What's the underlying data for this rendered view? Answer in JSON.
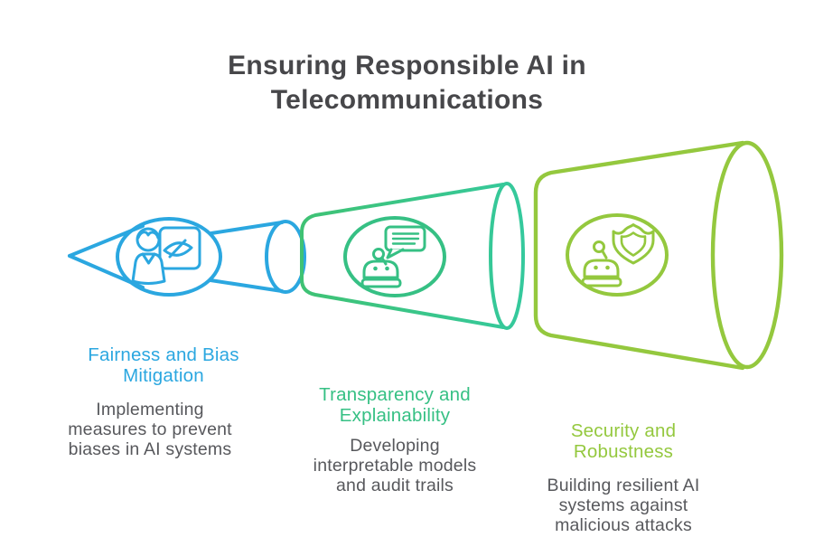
{
  "title": {
    "lines": [
      "Ensuring Responsible AI in",
      "Telecommunications"
    ],
    "color": "#47474a"
  },
  "description_color": "#57585c",
  "sections": [
    {
      "name": "fairness-and-bias-mitigation",
      "heading_lines": [
        "Fairness and Bias",
        "Mitigation"
      ],
      "description_lines": [
        "Implementing",
        "measures to prevent",
        "biases in AI systems"
      ],
      "accent_color": "#2ba7e0",
      "icon": "person-presentation-icon"
    },
    {
      "name": "transparency-and-explainability",
      "heading_lines": [
        "Transparency and",
        "Explainability"
      ],
      "description_lines": [
        "Developing",
        "interpretable models",
        "and audit trails"
      ],
      "accent_color": "#36c084",
      "gradient": {
        "start": "#3fc274",
        "end": "#35c99d"
      },
      "icon": "chatbot-speech-icon"
    },
    {
      "name": "security-and-robustness",
      "heading_lines": [
        "Security and",
        "Robustness"
      ],
      "description_lines": [
        "Building resilient AI",
        "systems against",
        "malicious attacks"
      ],
      "accent_color": "#94c83e",
      "icon": "robot-shield-icon"
    }
  ]
}
